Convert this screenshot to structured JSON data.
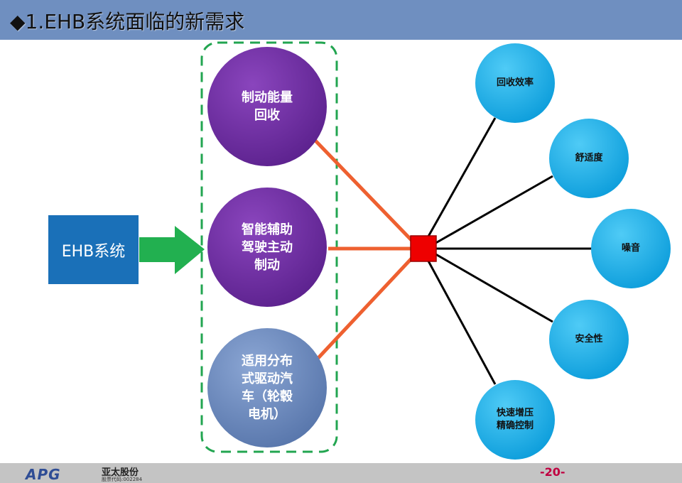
{
  "header": {
    "title": "◆1.EHB系统面临的新需求"
  },
  "input": {
    "label": "EHB系统"
  },
  "requirements": [
    {
      "label": "制动能量\n回收"
    },
    {
      "label": "智能辅助\n驾驶主动\n制动"
    },
    {
      "label": "适用分布\n式驱动汽\n车（轮毂\n电机）"
    }
  ],
  "aspects": [
    {
      "label": "回收效率"
    },
    {
      "label": "舒适度"
    },
    {
      "label": "噪音"
    },
    {
      "label": "安全性"
    },
    {
      "label": "快速增压\n精确控制"
    }
  ],
  "colors": {
    "header_bar": "#6f8fc0",
    "input_box": "#1a70b8",
    "arrow": "#22b050",
    "purple_circle": "#7030a0",
    "blue_gray_circle": "#6f8fc0",
    "cyan_circle": "#1fb6ef",
    "hub": "#ee0000",
    "orange_line": "#ee6030",
    "dashed_border": "#22a550"
  },
  "footer": {
    "logo": "APG",
    "company": "亚太股份",
    "stock": "股票代码:002284",
    "page": "-20-"
  }
}
